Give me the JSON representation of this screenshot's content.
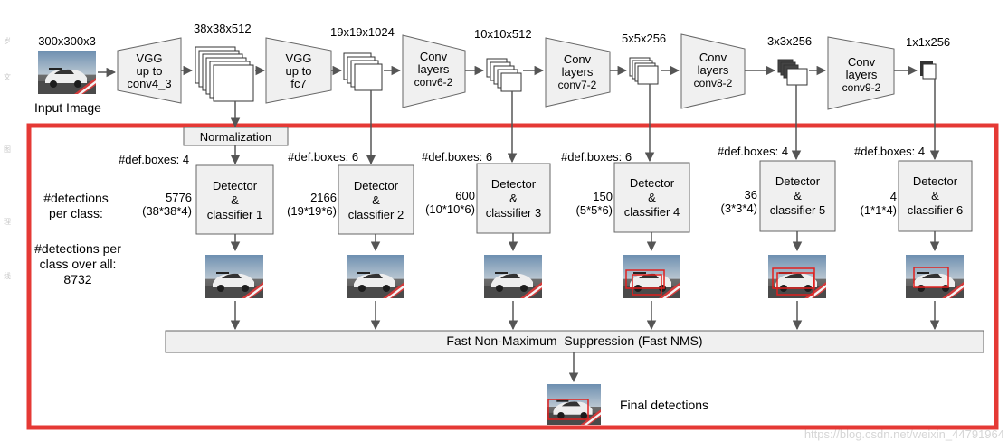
{
  "input": {
    "size": "300x300x3",
    "label": "Input Image"
  },
  "stages": [
    {
      "lines": [
        "VGG",
        "up to",
        "conv4_3"
      ],
      "out_size": "38x38x512"
    },
    {
      "lines": [
        "VGG",
        "up to",
        "fc7"
      ],
      "out_size": "19x19x1024"
    },
    {
      "lines": [
        "Conv",
        "layers"
      ],
      "sub": "conv6-2",
      "out_size": "10x10x512"
    },
    {
      "lines": [
        "Conv",
        "layers"
      ],
      "sub": "conv7-2",
      "out_size": "5x5x256"
    },
    {
      "lines": [
        "Conv",
        "layers"
      ],
      "sub": "conv8-2",
      "out_size": "3x3x256"
    },
    {
      "lines": [
        "Conv",
        "layers"
      ],
      "sub": "conv9-2",
      "out_size": "1x1x256"
    }
  ],
  "normalization": "Normalization",
  "detection_labels": {
    "per_class": [
      "#detections",
      "per class:"
    ],
    "overall": [
      "#detections per",
      "class over all:",
      "8732"
    ]
  },
  "detectors": [
    {
      "def_boxes": "#def.boxes: 4",
      "count": "5776",
      "formula": "(38*38*4)",
      "lines": [
        "Detector",
        "&",
        "classifier 1"
      ]
    },
    {
      "def_boxes": "#def.boxes: 6",
      "count": "2166",
      "formula": "(19*19*6)",
      "lines": [
        "Detector",
        "&",
        "classifier 2"
      ]
    },
    {
      "def_boxes": "#def.boxes: 6",
      "count": "600",
      "formula": "(10*10*6)",
      "lines": [
        "Detector",
        "&",
        "classifier 3"
      ]
    },
    {
      "def_boxes": "#def.boxes: 6",
      "count": "150",
      "formula": "(5*5*6)",
      "lines": [
        "Detector",
        "&",
        "classifier 4"
      ]
    },
    {
      "def_boxes": "#def.boxes: 4",
      "count": "36",
      "formula": "(3*3*4)",
      "lines": [
        "Detector",
        "&",
        "classifier 5"
      ]
    },
    {
      "def_boxes": "#def.boxes: 4",
      "count": "4",
      "formula": "(1*1*4)",
      "lines": [
        "Detector",
        "&",
        "classifier 6"
      ]
    }
  ],
  "nms": "Fast Non-Maximum  Suppression (Fast NMS)",
  "final": "Final detections",
  "watermark": "https://blog.csdn.net/weixin_44791964",
  "side_marks": [
    "岁",
    "文",
    "图",
    "理",
    "线"
  ],
  "colors": {
    "highlight": "#e53935",
    "box_fill": "#f0f0f0",
    "box_stroke": "#666666",
    "arrow": "#555555",
    "detect_box": "#e0201e"
  }
}
